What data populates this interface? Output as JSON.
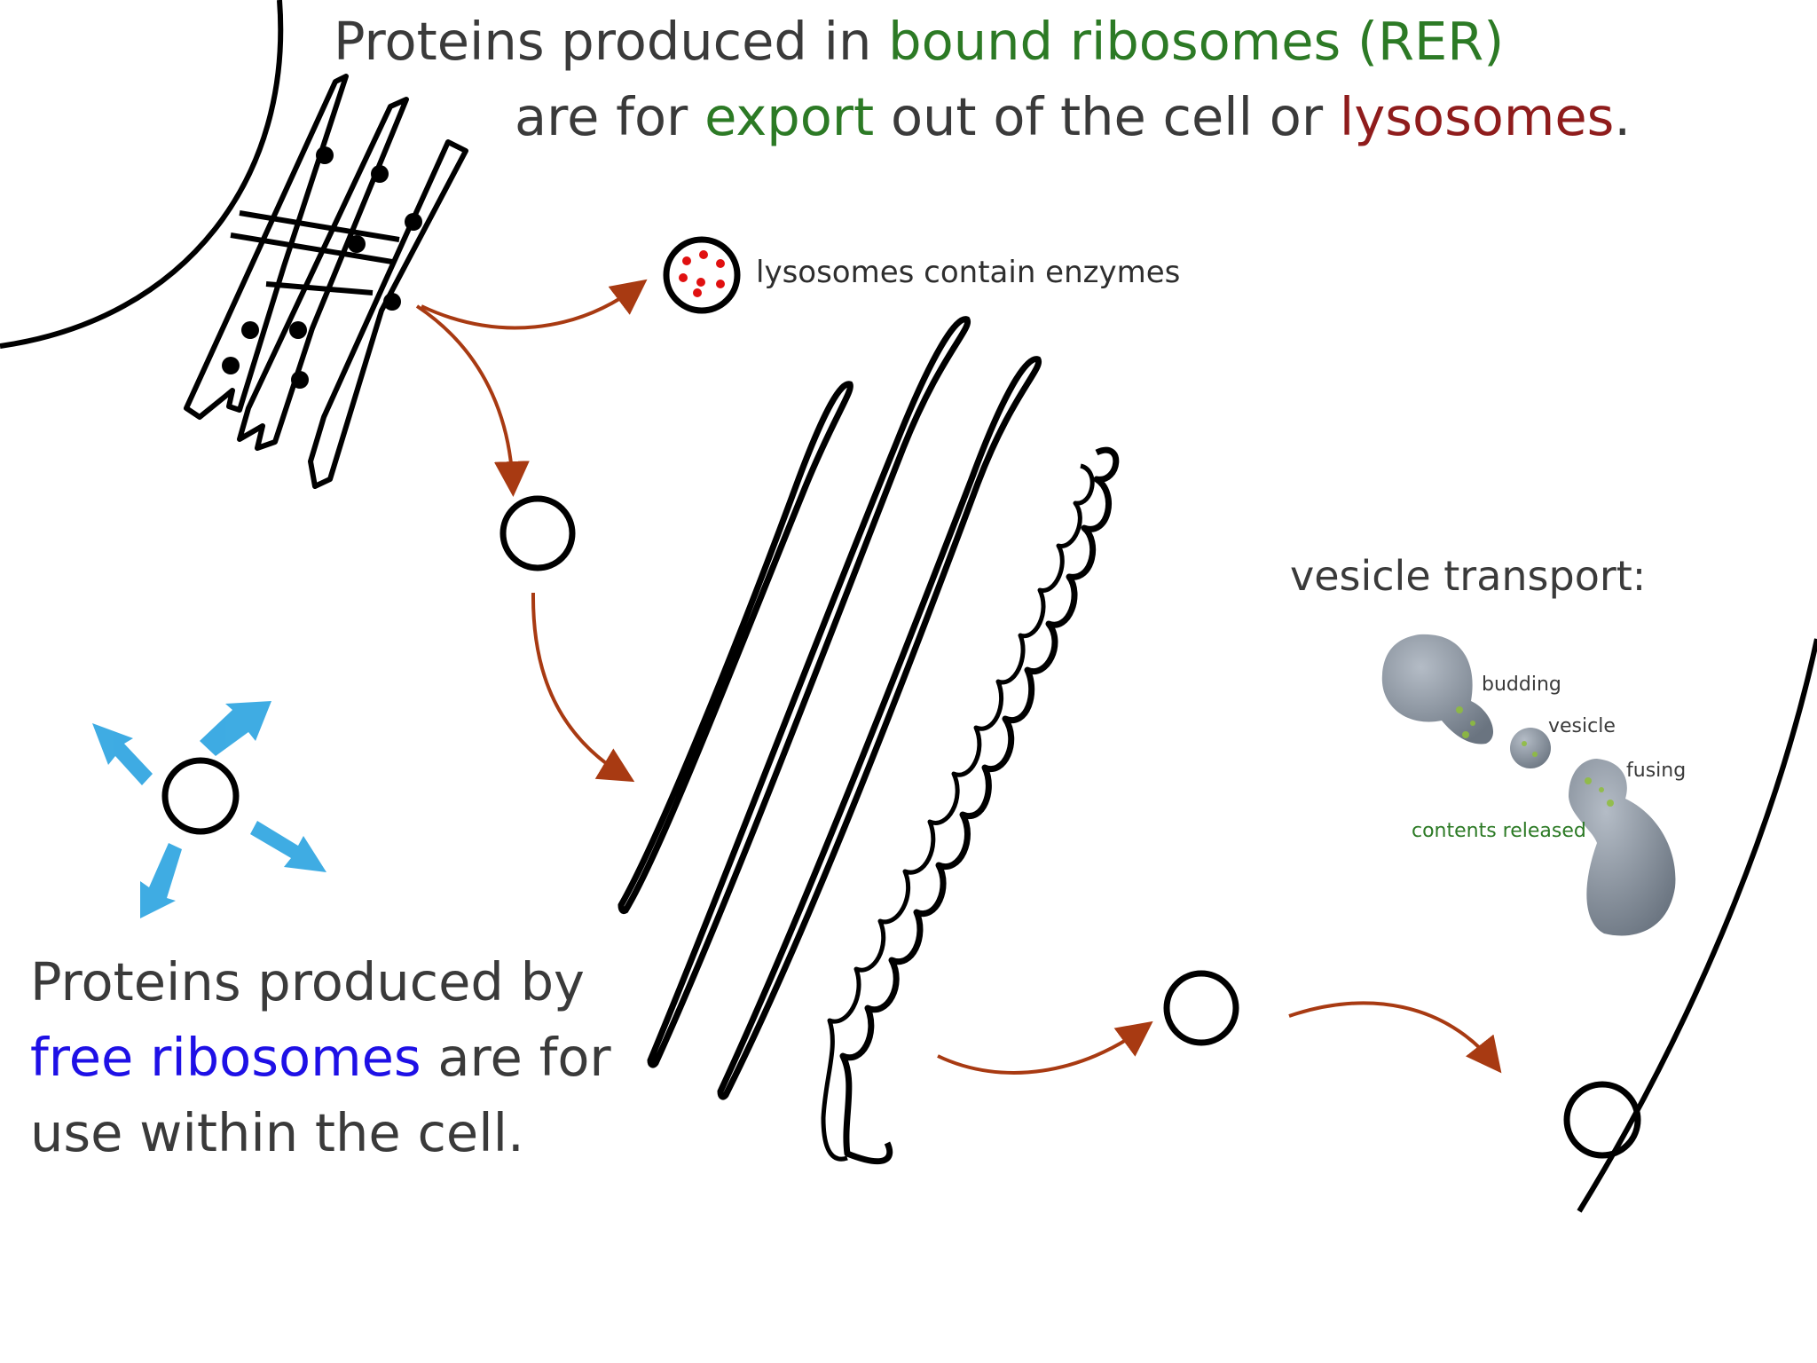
{
  "title": {
    "line1_a": "Proteins produced in ",
    "line1_b": "bound ribosomes (RER)",
    "line2_a": "are for ",
    "line2_b": "export",
    "line2_c": " out of the cell or ",
    "line2_d": "lysosomes",
    "line2_e": "."
  },
  "lysosome_label": "lysosomes contain enzymes",
  "free_ribosomes_text": {
    "line1": "Proteins produced by",
    "line2_a": "free ribosomes",
    "line2_b": " are for",
    "line3": "use within the cell."
  },
  "vesicle_transport": {
    "heading": "vesicle transport:",
    "budding": "budding",
    "vesicle": "vesicle",
    "fusing": "fusing",
    "contents_released": "contents released"
  },
  "colors": {
    "text_gray": "#3a3a3a",
    "green": "#2c7a25",
    "dark_red": "#8f1c1c",
    "blue": "#1e10e6",
    "arrow_brown": "#a83a12",
    "cyan_arrow": "#2aa3e0",
    "enzyme_red": "#e01010"
  }
}
